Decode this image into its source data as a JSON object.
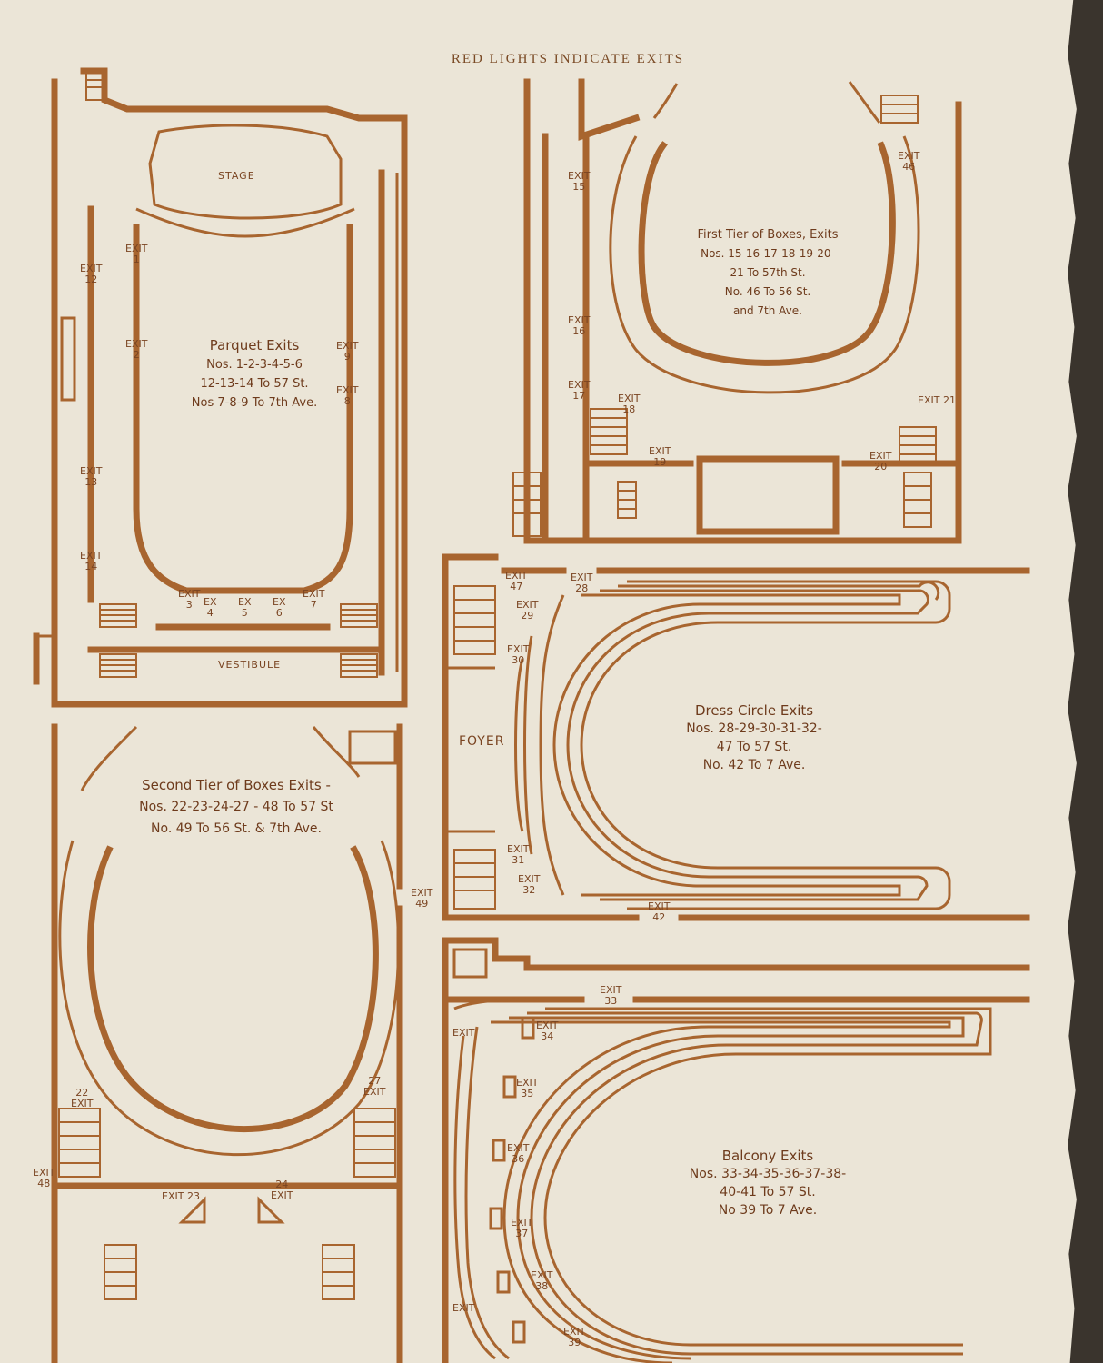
{
  "header": {
    "title": "RED LIGHTS INDICATE EXITS"
  },
  "rooms": {
    "stage": "STAGE",
    "vestibule": "VESTIBULE",
    "foyer": "FOYER"
  },
  "notes": {
    "parquet": {
      "heading": "Parquet Exits",
      "l1": "Nos. 1-2-3-4-5-6",
      "l2": "12-13-14 To 57 St.",
      "l3": "Nos 7-8-9 To 7th Ave."
    },
    "first_tier": {
      "heading": "First Tier of Boxes, Exits",
      "l1": "Nos. 15-16-17-18-19-20-",
      "l2": "21 To 57th St.",
      "l3": "No. 46 To 56 St.",
      "l4": "and 7th Ave."
    },
    "second_tier": {
      "heading": "Second Tier of Boxes Exits -",
      "l1": "Nos. 22-23-24-27 - 48 To 57 St",
      "l2": "No. 49 To 56 St. & 7th Ave."
    },
    "dress_circle": {
      "heading": "Dress Circle Exits",
      "l1": "Nos. 28-29-30-31-32-",
      "l2": "47 To 57 St.",
      "l3": "No. 42 To 7 Ave."
    },
    "balcony": {
      "heading": "Balcony Exits",
      "l1": "Nos. 33-34-35-36-37-38-",
      "l2": "40-41 To 57 St.",
      "l3": "No 39 To 7 Ave."
    }
  },
  "exit_word": "EXIT",
  "ex_word": "EX",
  "exits": {
    "e1": "1",
    "e2": "2",
    "e3": "3",
    "e4": "4",
    "e5": "5",
    "e6": "6",
    "e7": "7",
    "e8": "8",
    "e9": "9",
    "e12": "12",
    "e13": "13",
    "e14": "14",
    "e15": "15",
    "e16": "16",
    "e17": "17",
    "e18": "18",
    "e19": "19",
    "e20": "20",
    "e21": "21",
    "e22": "22",
    "e23": "23",
    "e24": "24",
    "e27": "27",
    "e28": "28",
    "e29": "29",
    "e30": "30",
    "e31": "31",
    "e32": "32",
    "e33": "33",
    "e34": "34",
    "e35": "35",
    "e36": "36",
    "e37": "37",
    "e38": "38",
    "e39": "39",
    "e42": "42",
    "e46": "46",
    "e47": "47",
    "e48": "48",
    "e49": "49"
  }
}
